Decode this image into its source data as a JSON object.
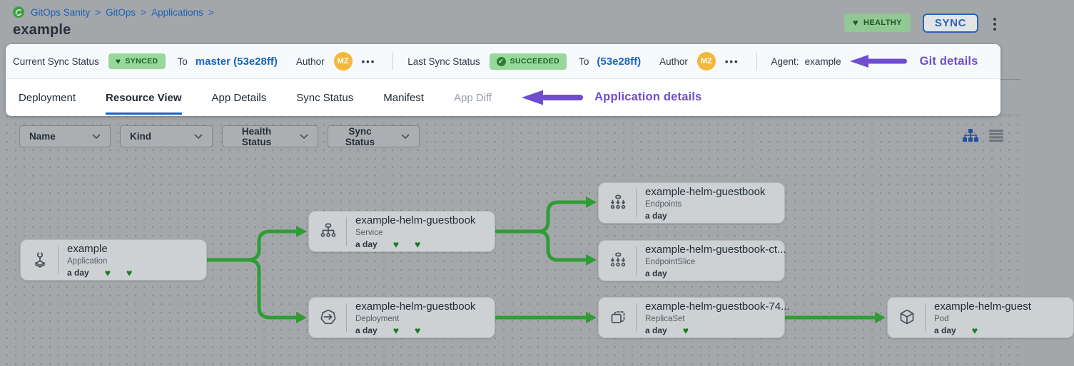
{
  "page": {
    "title": "example"
  },
  "breadcrumb": {
    "separator": ">",
    "logo_icon": "gitops-logo-icon",
    "items": [
      "GitOps Sanity",
      "GitOps",
      "Applications"
    ]
  },
  "header": {
    "health_badge": "HEALTHY",
    "health_icon": "heart-icon",
    "sync_button": "SYNC",
    "menu_icon": "kebab-menu-icon"
  },
  "git_bar": {
    "current": {
      "label": "Current Sync Status",
      "badge": "SYNCED",
      "badge_icon": "heart-icon",
      "to": "To",
      "target": "master (53e28ff)",
      "author": "Author",
      "initials": "MZ",
      "more": "•••"
    },
    "last": {
      "label": "Last Sync Status",
      "badge": "SUCCEEDED",
      "badge_icon": "check-circle-icon",
      "to": "To",
      "target": "(53e28ff)",
      "author": "Author",
      "initials": "MZ",
      "more": "•••"
    },
    "agent_label": "Agent:",
    "agent_value": "example",
    "annotation": "Git details",
    "annotation_icon": "arrow-left-icon"
  },
  "tabs": {
    "items": [
      {
        "label": "Deployment"
      },
      {
        "label": "Resource View",
        "active": true
      },
      {
        "label": "App Details"
      },
      {
        "label": "Sync Status"
      },
      {
        "label": "Manifest"
      },
      {
        "label": "App Diff",
        "disabled": true
      }
    ],
    "annotation": "Application details",
    "annotation_icon": "arrow-left-icon"
  },
  "filters": [
    "Name",
    "Kind",
    "Health Status",
    "Sync Status"
  ],
  "view_toggles": [
    "tree-view-icon",
    "list-view-icon"
  ],
  "nodes": [
    {
      "title": "example",
      "kind": "Application",
      "age": "a day",
      "hearts": 2,
      "icon": "application-icon"
    },
    {
      "title": "example-helm-guestbook",
      "kind": "Service",
      "age": "a day",
      "hearts": 2,
      "icon": "service-icon"
    },
    {
      "title": "example-helm-guestbook",
      "kind": "Deployment",
      "age": "a day",
      "hearts": 2,
      "icon": "deployment-icon"
    },
    {
      "title": "example-helm-guestbook",
      "kind": "Endpoints",
      "age": "a day",
      "hearts": 0,
      "icon": "endpoints-icon"
    },
    {
      "title": "example-helm-guestbook-ct...",
      "kind": "EndpointSlice",
      "age": "a day",
      "hearts": 0,
      "icon": "endpointslice-icon"
    },
    {
      "title": "example-helm-guestbook-74...",
      "kind": "ReplicaSet",
      "age": "a day",
      "hearts": 1,
      "icon": "replicaset-icon"
    },
    {
      "title": "example-helm-guest",
      "kind": "Pod",
      "age": "a day",
      "hearts": 1,
      "icon": "pod-icon"
    }
  ],
  "colors": {
    "edge_green": "#2f9c34",
    "status_green_bg": "#98d99b",
    "status_green_text": "#1d5f21",
    "link_blue": "#1a63c4",
    "active_tab_blue": "#1763c4",
    "annotation_purple": "#6e4ecf",
    "avatar_orange": "#f4b63d",
    "heart_green": "#1e7a23"
  }
}
